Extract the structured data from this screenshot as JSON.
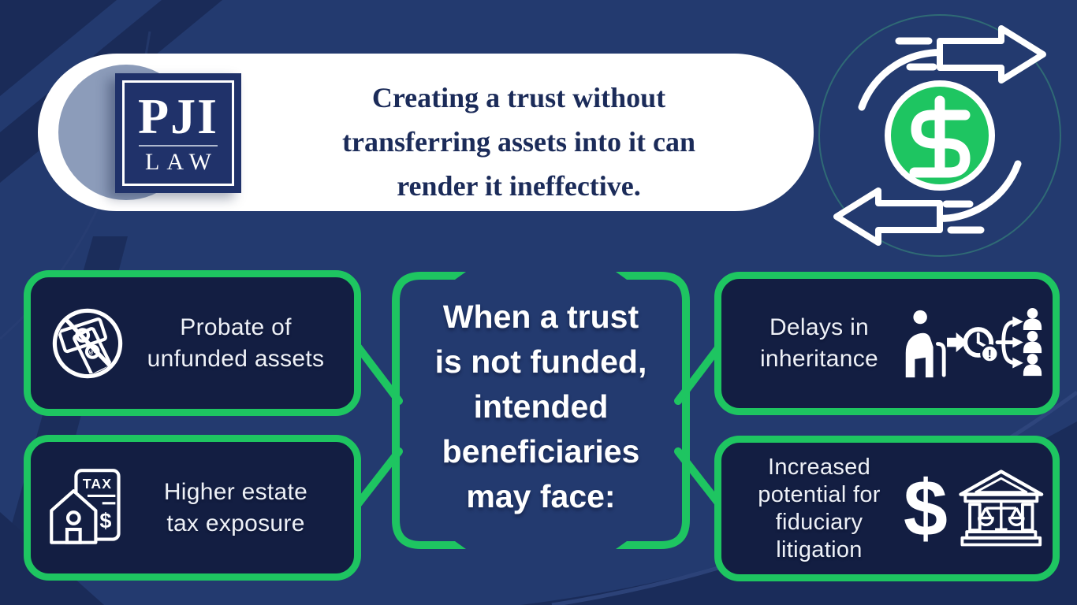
{
  "colors": {
    "background": "#233A6F",
    "stripe_dark": "#1A2B58",
    "accent_green": "#1EC561",
    "box_fill": "#131E42",
    "banner_white": "#FFFFFF",
    "headline_navy": "#1B2B59",
    "logo_navy": "#20326A",
    "slate_circle": "#8C9CBA"
  },
  "logo": {
    "top": "PJI",
    "bottom": "LAW"
  },
  "banner": {
    "headline_lines": [
      "Creating a trust without",
      "transferring assets into it can",
      "render it ineffective."
    ]
  },
  "center_box": {
    "lines": [
      "When a trust",
      "is not funded,",
      "intended",
      "beneficiaries",
      "may face:"
    ]
  },
  "boxes": [
    {
      "id": "probate",
      "label_lines": [
        "Probate of",
        "unfunded assets"
      ]
    },
    {
      "id": "estate-tax",
      "label_lines": [
        "Higher estate",
        "tax exposure"
      ]
    },
    {
      "id": "delays",
      "label_lines": [
        "Delays in",
        "inheritance"
      ]
    },
    {
      "id": "litigation",
      "label_lines": [
        "Increased",
        "potential for",
        "fiduciary",
        "litigation"
      ]
    }
  ],
  "icons": {
    "banner_icon": "money-transfer-icon",
    "probate_icon": "no-cash-icon",
    "estate_tax_icon": "house-tax-icon",
    "delays_icon": "inheritance-delay-icon",
    "litigation_icon": "court-money-icon",
    "tax_label": "TAX",
    "dollar": "$",
    "exclamation": "!"
  }
}
